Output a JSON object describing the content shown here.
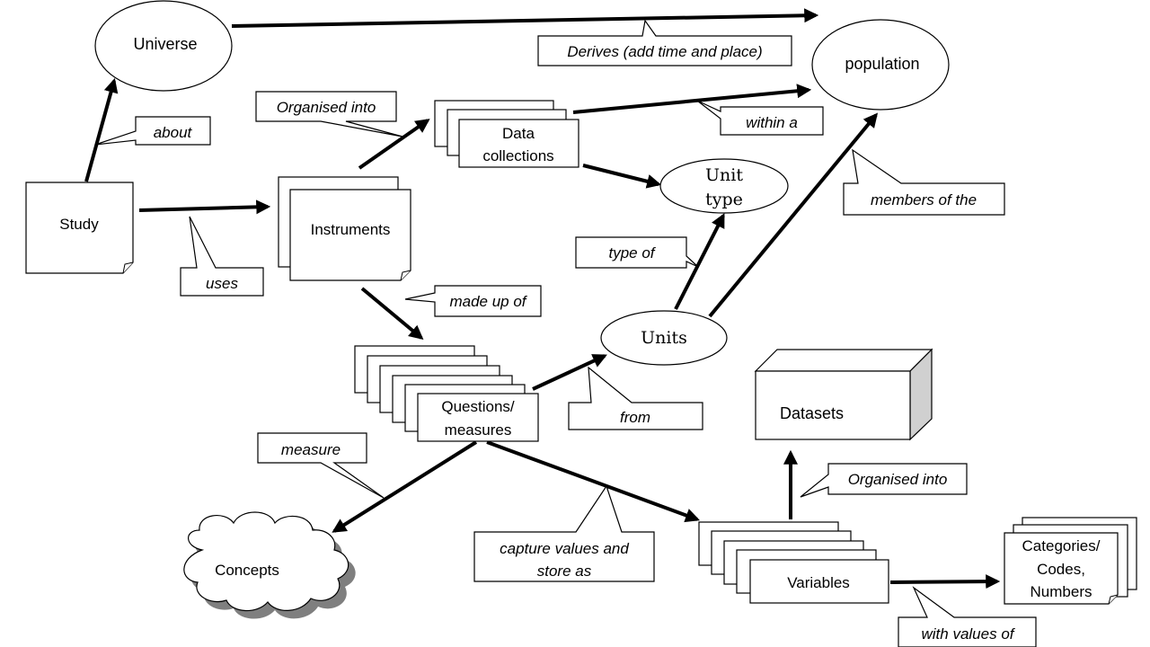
{
  "nodes": {
    "universe": "Universe",
    "population": "population",
    "study": "Study",
    "instruments": "Instruments",
    "data_collections": [
      "Data",
      "collections"
    ],
    "unit_type": [
      "Unit",
      "type"
    ],
    "units": "Units",
    "questions": [
      "Questions/",
      "measures"
    ],
    "datasets": "Datasets",
    "concepts": "Concepts",
    "variables": "Variables",
    "categories": [
      "Categories/",
      "Codes,",
      "Numbers"
    ]
  },
  "labels": {
    "derives": "Derives (add time and place)",
    "about": "about",
    "organised_into_1": "Organised into",
    "within_a": "within a",
    "members_of_the": "members of the",
    "uses": "uses",
    "type_of": "type of",
    "made_up_of": "made up of",
    "from": "from",
    "measure": "measure",
    "organised_into_2": "Organised into",
    "capture_values": [
      "capture values and",
      "store as"
    ],
    "with_values_of": "with values of"
  }
}
